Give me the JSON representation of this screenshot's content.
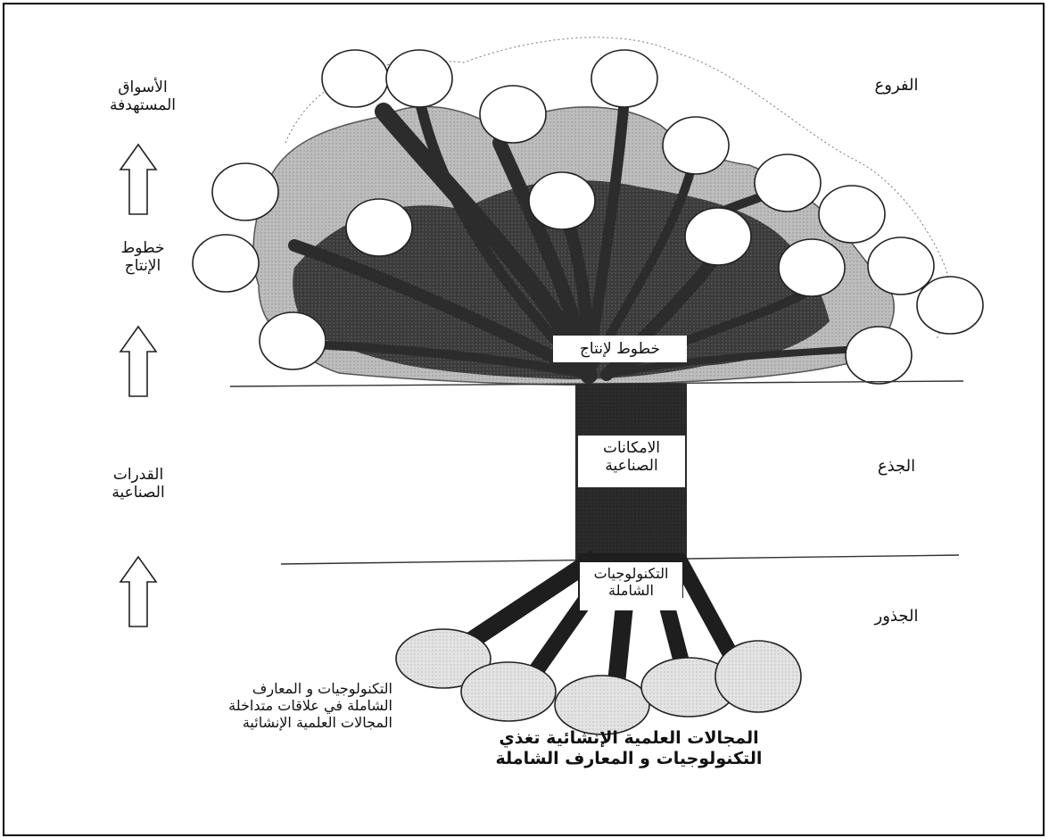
{
  "left_column": {
    "markets": [
      "الأسواق",
      "المستهدفة"
    ],
    "production_lines": [
      "خطوط",
      "الإنتاج"
    ],
    "industrial_capabilities": [
      "القدرات",
      "الصناعية"
    ],
    "relations": [
      "التكنولوجيات و المعارف",
      "الشاملة في علاقات متداخلة",
      "المجالات العلمية الإنشائية"
    ]
  },
  "right_column": {
    "branches": "الفروع",
    "trunk": "الجذع",
    "roots": "الجذور"
  },
  "tree": {
    "crown_box": "خطوط لإنتاج",
    "trunk_box": [
      "الامكانات",
      "الصناعية"
    ],
    "roots_box": [
      "التكنولوجيات",
      "الشاملة"
    ],
    "bottom_caption": [
      "المجالات العلمية الإنشائية تغذي",
      "التكنولوجيات و المعارف الشاملة"
    ]
  },
  "colors": {
    "crown_fill": "#b9b9b9",
    "branches": "#3a3a3a",
    "trunk": "#1e1e1e",
    "root_ellipse_fill": "#dcdcdc"
  }
}
